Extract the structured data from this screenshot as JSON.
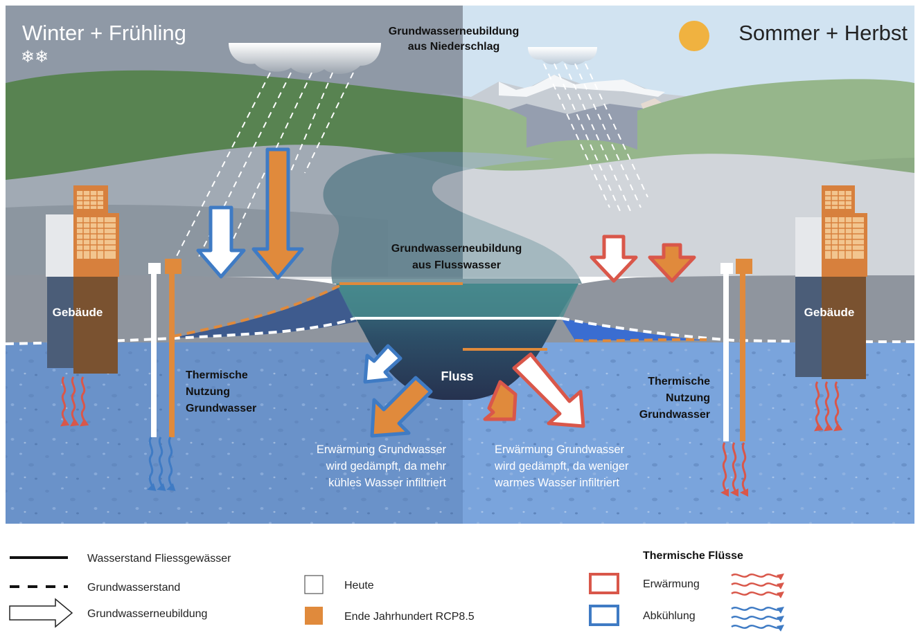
{
  "seasons": {
    "left": "Winter + Frühling",
    "right": "Sommer + Herbst",
    "snow_icon": "snowflake-icon",
    "sun_icon": "sun-icon"
  },
  "labels": {
    "recharge_precip_1": "Grundwasserneubildung",
    "recharge_precip_2": "aus Niederschlag",
    "recharge_river_1": "Grundwasserneubildung",
    "recharge_river_2": "aus Flusswasser",
    "building_left": "Gebäude",
    "building_right": "Gebäude",
    "river": "Fluss",
    "thermal_left_1": "Thermische",
    "thermal_left_2": "Nutzung",
    "thermal_left_3": "Grundwasser",
    "thermal_right_1": "Thermische",
    "thermal_right_2": "Nutzung",
    "thermal_right_3": "Grundwasser",
    "warming_left_1": "Erwärmung Grundwasser",
    "warming_left_2": "wird gedämpft, da mehr",
    "warming_left_3": "kühles Wasser infiltriert",
    "warming_right_1": "Erwärmung Grundwasser",
    "warming_right_2": "wird gedämpft, da weniger",
    "warming_right_3": "warmes Wasser infiltriert"
  },
  "legend": {
    "water_level": "Wasserstand Fliessgewässer",
    "groundwater_level": "Grundwasserstand",
    "recharge": "Grundwasserneubildung",
    "today": "Heute",
    "end_century": "Ende Jahrhundert RCP8.5",
    "thermal_title": "Thermische Flüsse",
    "warming": "Erwärmung",
    "cooling": "Abkühlung"
  },
  "colors": {
    "orange": "#e08a3c",
    "blue_outline": "#3f7bc4",
    "red_outline": "#d9574a",
    "groundwater_blue": "#7aa4dc",
    "river_dark": "#2c3c5e"
  }
}
